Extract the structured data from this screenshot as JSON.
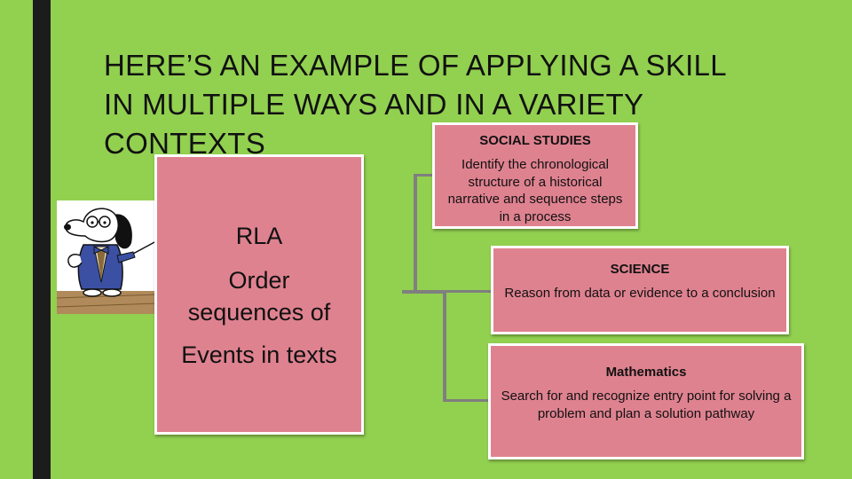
{
  "title": "HERE’S AN EXAMPLE OF APPLYING A SKILL\nIN MULTIPLE WAYS AND IN A VARIETY\nCONTEXTS",
  "rla": {
    "heading": "RLA",
    "lines": [
      "Order",
      "sequences of",
      "Events in texts"
    ]
  },
  "social_studies": {
    "heading": "SOCIAL STUDIES",
    "text": "Identify the chronological structure of a historical narrative and sequence steps in a process"
  },
  "science": {
    "heading": "SCIENCE",
    "text": "Reason from data or evidence to a conclusion"
  },
  "mathematics": {
    "heading": "Mathematics",
    "text": "Search for and recognize entry point for solving a problem and plan a solution pathway"
  },
  "colors": {
    "background": "#92d050",
    "box_fill": "#df8290",
    "connector": "#7f7f7f",
    "accent_bar": "#1c1c1c"
  },
  "image": "snoopy-professor-illustration"
}
